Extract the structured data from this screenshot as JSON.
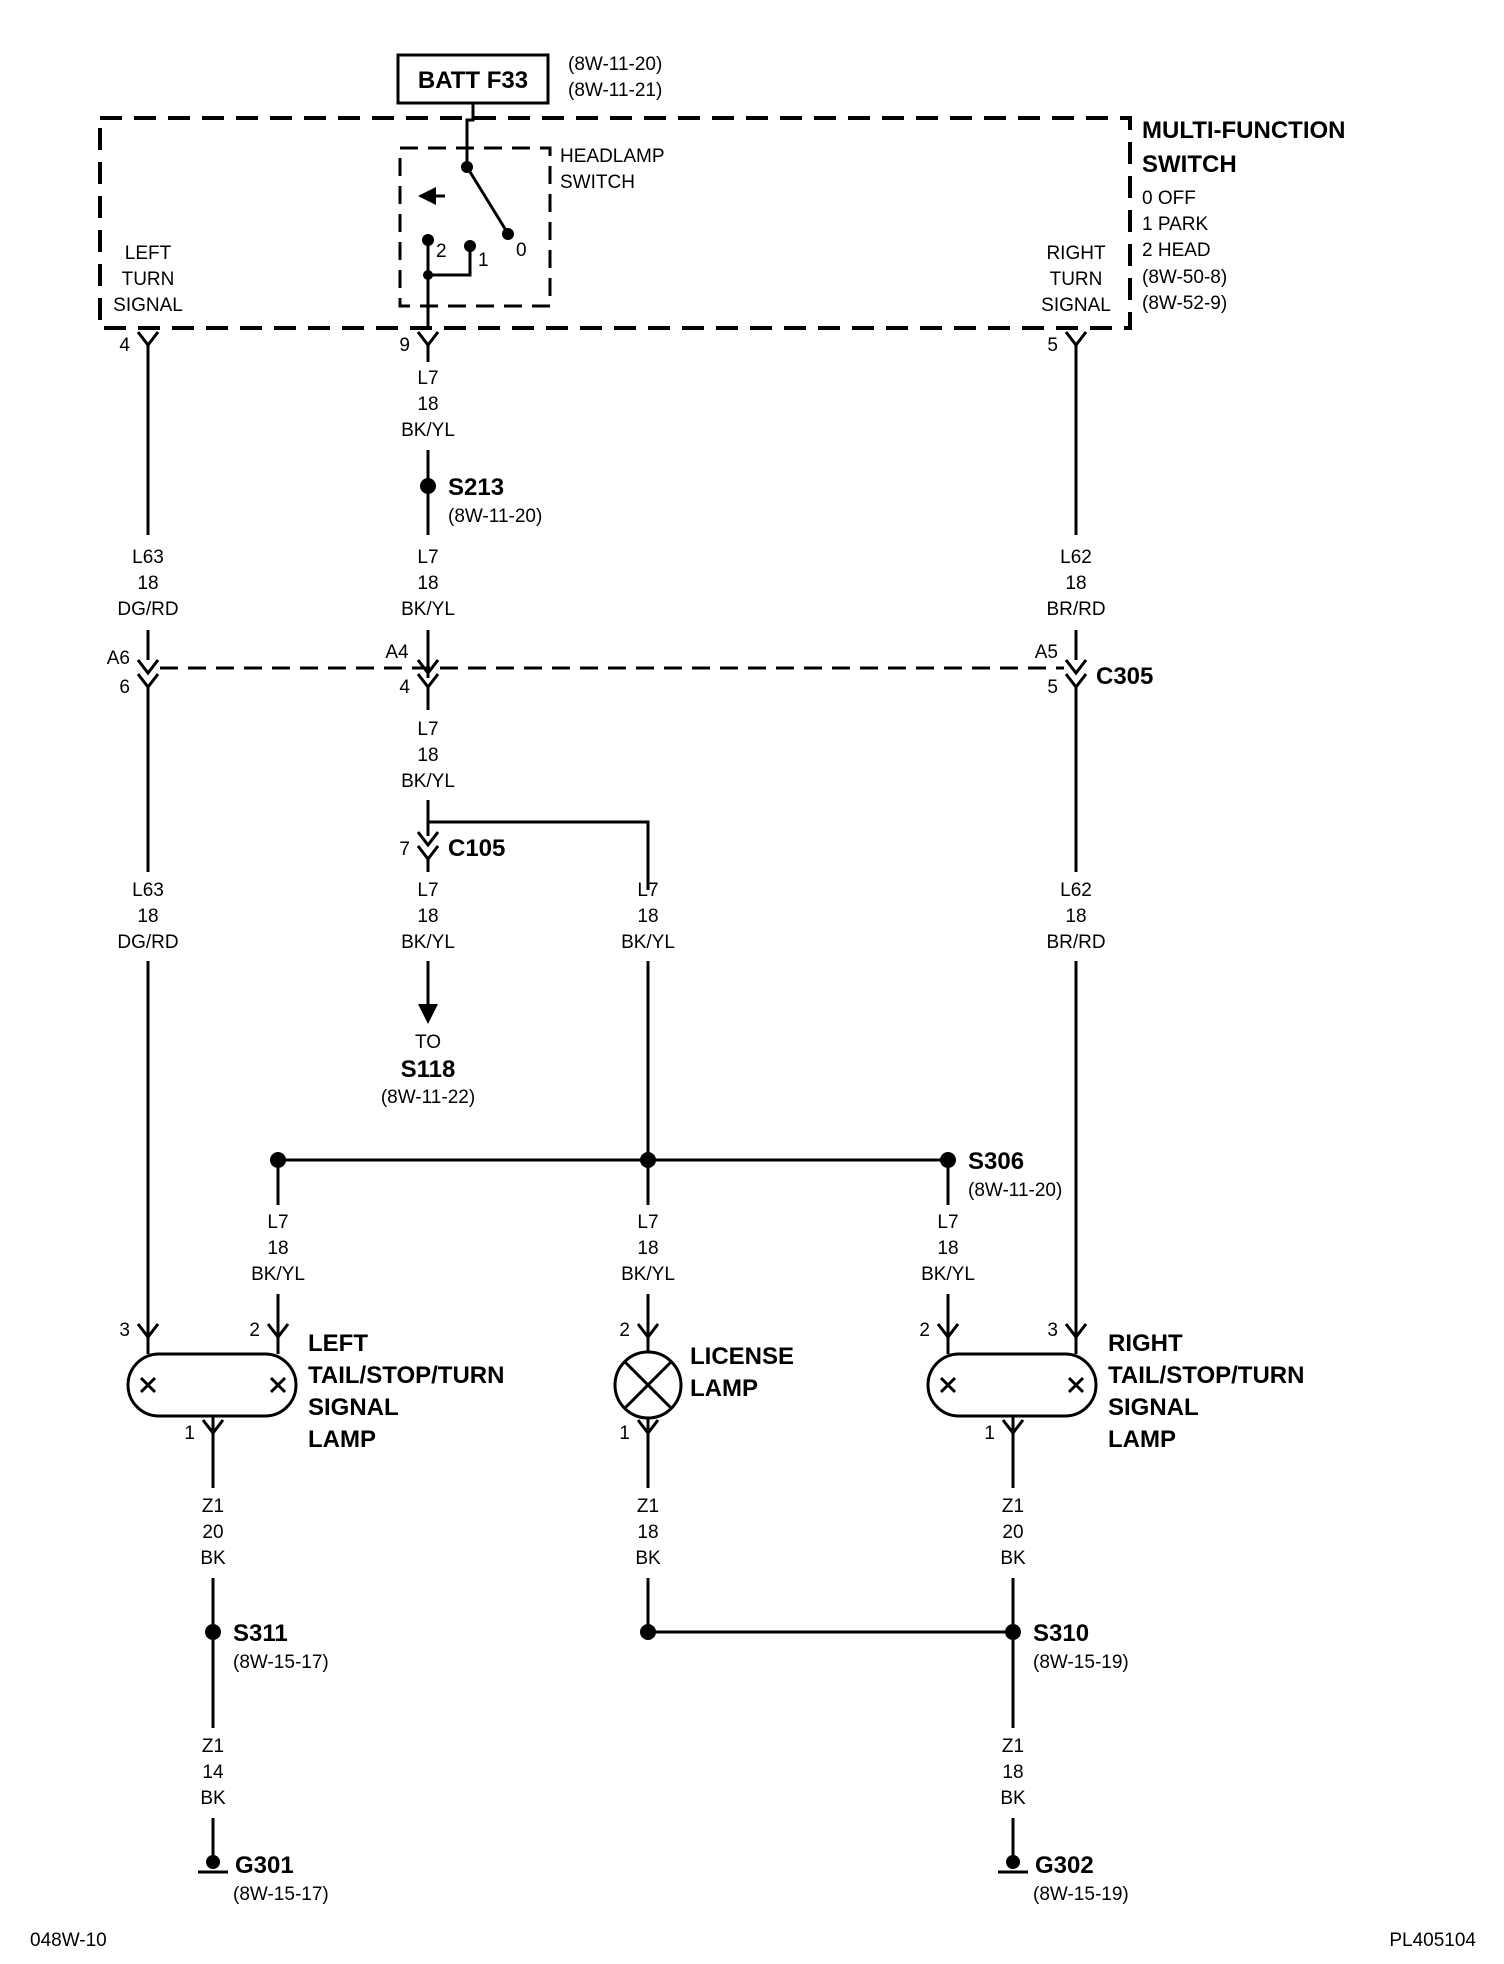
{
  "batt": {
    "label": "BATT F33",
    "ref1": "(8W-11-20)",
    "ref2": "(8W-11-21)"
  },
  "mfs": {
    "title1": "MULTI-FUNCTION",
    "title2": "SWITCH",
    "pos0": "0 OFF",
    "pos1": "1 PARK",
    "pos2": "2 HEAD",
    "ref1": "(8W-50-8)",
    "ref2": "(8W-52-9)",
    "headlamp1": "HEADLAMP",
    "headlamp2": "SWITCH",
    "sw2": "2",
    "sw1": "1",
    "sw0": "0",
    "left1": "LEFT",
    "left2": "TURN",
    "left3": "SIGNAL",
    "right1": "RIGHT",
    "right2": "TURN",
    "right3": "SIGNAL",
    "pin_left": "4",
    "pin_mid": "9",
    "pin_right": "5"
  },
  "wires": {
    "l7": "L7",
    "l63": "L63",
    "l62": "L62",
    "z1": "Z1",
    "g18": "18",
    "g20": "20",
    "g14": "14",
    "bkyl": "BK/YL",
    "dgrd": "DG/RD",
    "brrd": "BR/RD",
    "bk": "BK"
  },
  "s213": {
    "label": "S213",
    "ref": "(8W-11-20)"
  },
  "c305": {
    "label": "C305",
    "a6": "A6",
    "p6": "6",
    "a4": "A4",
    "p4": "4",
    "a5": "A5",
    "p5": "5"
  },
  "c105": {
    "label": "C105",
    "pin": "7"
  },
  "to": {
    "label": "TO",
    "target": "S118",
    "ref": "(8W-11-22)"
  },
  "s306": {
    "label": "S306",
    "ref": "(8W-11-20)"
  },
  "left_lamp": {
    "l1": "LEFT",
    "l2": "TAIL/STOP/TURN",
    "l3": "SIGNAL",
    "l4": "LAMP",
    "p3": "3",
    "p2": "2",
    "p1": "1"
  },
  "license_lamp": {
    "l1": "LICENSE",
    "l2": "LAMP",
    "p2": "2",
    "p1": "1"
  },
  "right_lamp": {
    "l1": "RIGHT",
    "l2": "TAIL/STOP/TURN",
    "l3": "SIGNAL",
    "l4": "LAMP",
    "p2": "2",
    "p3": "3",
    "p1": "1"
  },
  "s311": {
    "label": "S311",
    "ref": "(8W-15-17)"
  },
  "s310": {
    "label": "S310",
    "ref": "(8W-15-19)"
  },
  "g301": {
    "label": "G301",
    "ref": "(8W-15-17)"
  },
  "g302": {
    "label": "G302",
    "ref": "(8W-15-19)"
  },
  "footer": {
    "left": "048W-10",
    "right": "PL405104"
  }
}
